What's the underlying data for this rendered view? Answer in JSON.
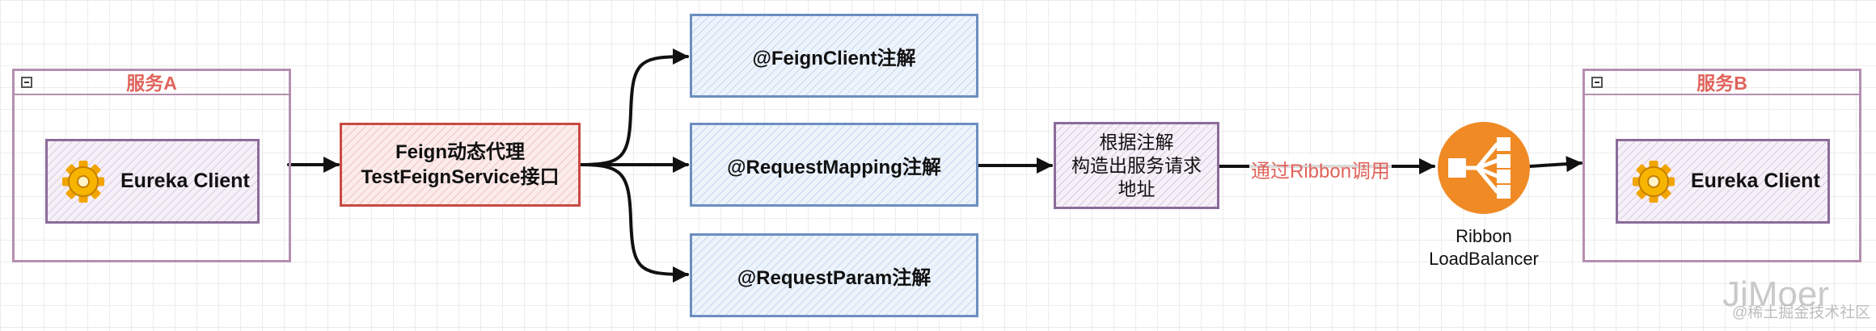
{
  "service_a": {
    "title": "服务A",
    "client_label": "Eureka Client"
  },
  "service_b": {
    "title": "服务B",
    "client_label": "Eureka Client"
  },
  "feign_proxy": {
    "line1": "Feign动态代理",
    "line2": "TestFeignService接口"
  },
  "annotations": [
    {
      "label": "@FeignClient注解"
    },
    {
      "label": "@RequestMapping注解"
    },
    {
      "label": "@RequestParam注解"
    }
  ],
  "address_builder": {
    "line1": "根据注解",
    "line2": "构造出服务请求",
    "line3": "地址"
  },
  "ribbon_edge_label": "通过Ribbon调用",
  "load_balancer": {
    "line1": "Ribbon",
    "line2": "LoadBalancer"
  },
  "watermark": {
    "large": "JiMoer",
    "small": "@稀土掘金技术社区"
  },
  "colors": {
    "service_border": "#b58fb0",
    "title_red": "#e0635b",
    "blue_border": "#6c8ebf",
    "red_border": "#c84a43",
    "lb_orange": "#f08a24"
  },
  "icons": [
    "gear-icon",
    "load-balancer-icon",
    "collapse-icon"
  ]
}
